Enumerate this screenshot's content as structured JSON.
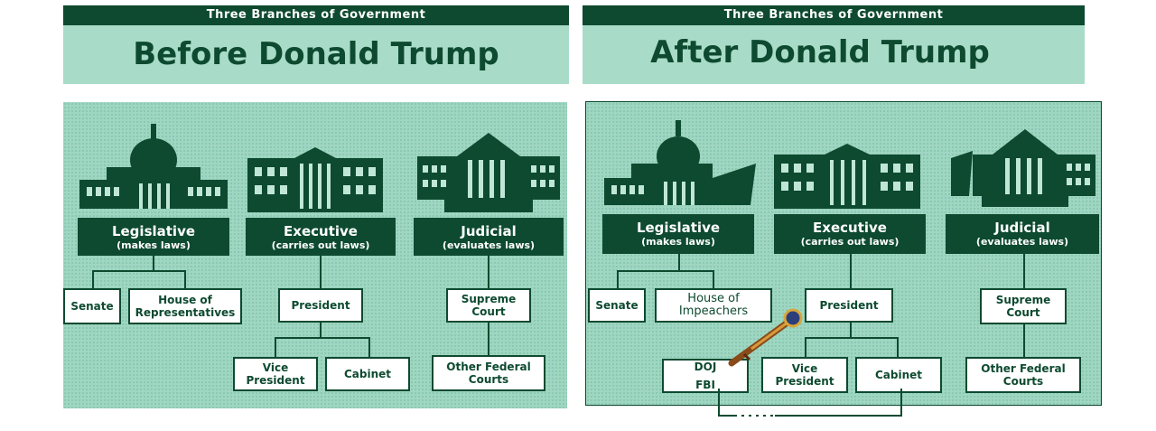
{
  "left": {
    "banner": "Three Branches of Government",
    "heading": "Before Donald Trump",
    "branches": [
      {
        "title": "Legislative",
        "sub": "(makes laws)"
      },
      {
        "title": "Executive",
        "sub": "(carries out laws)"
      },
      {
        "title": "Judicial",
        "sub": "(evaluates laws)"
      }
    ],
    "boxes": {
      "senate": "Senate",
      "house": "House of Representatives",
      "president": "President",
      "vp": "Vice President",
      "cabinet": "Cabinet",
      "supreme": "Supreme Court",
      "other": "Other Federal Courts"
    }
  },
  "right": {
    "banner": "Three Branches of Government",
    "heading": "After Donald Trump",
    "branches": [
      {
        "title": "Legislative",
        "sub": "(makes laws)"
      },
      {
        "title": "Executive",
        "sub": "(carries out laws)"
      },
      {
        "title": "Judicial",
        "sub": "(evaluates laws)"
      }
    ],
    "boxes": {
      "senate": "Senate",
      "house": "House of Impeachers",
      "president": "President",
      "doj": "DOJ",
      "fbi": "FBI",
      "vp": "Vice President",
      "cabinet": "Cabinet",
      "supreme": "Supreme Court",
      "other": "Other Federal Courts"
    }
  },
  "colors": {
    "dark_green": "#0d4a30",
    "light_green": "#a9dcc8",
    "diagram_bg": "#9fd6c2"
  },
  "icons": [
    "capitol-icon",
    "white-house-icon",
    "supreme-court-icon",
    "telescope-icon"
  ]
}
